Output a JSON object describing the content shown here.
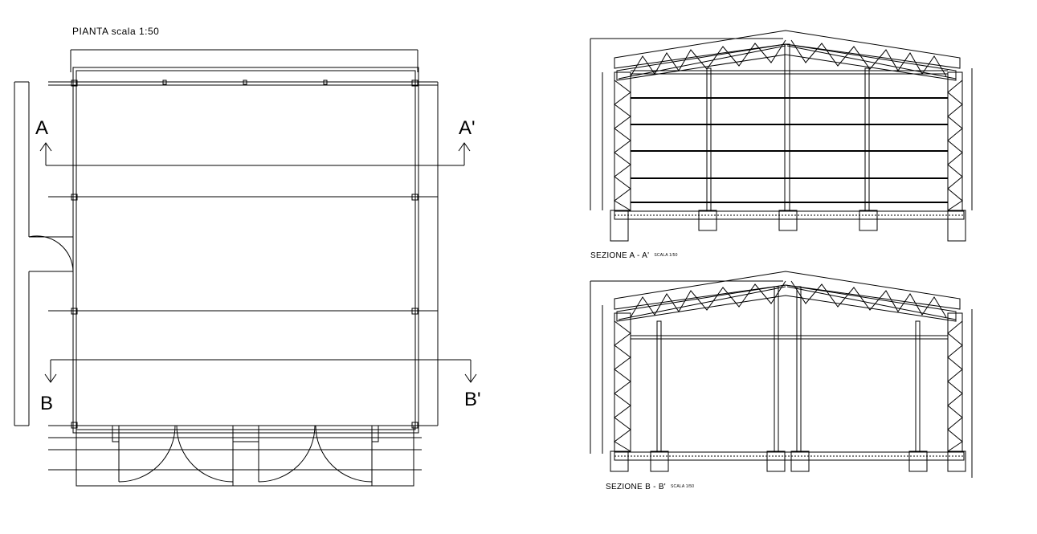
{
  "plan": {
    "title": "PIANTA  scala 1:50",
    "section_marks": {
      "a": "A",
      "a_prime": "A'",
      "b": "B",
      "b_prime": "B'"
    }
  },
  "section_aa": {
    "title": "SEZIONE A - A'",
    "scale": "SCALA 1/50"
  },
  "section_bb": {
    "title": "SEZIONE B - B'",
    "scale": "SCALA 1/50"
  },
  "colors": {
    "line": "#000000",
    "background": "#ffffff"
  }
}
